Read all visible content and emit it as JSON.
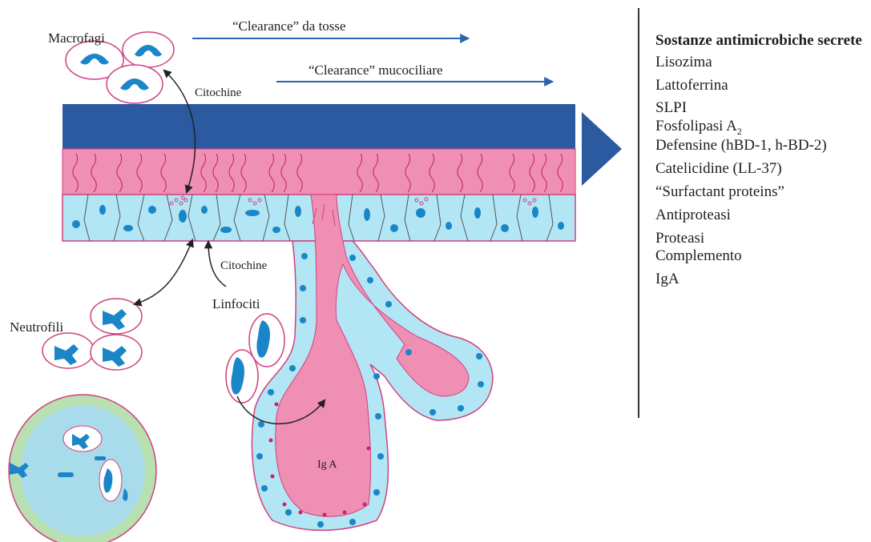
{
  "labels": {
    "macrofagi": "Macrofagi",
    "clearance_tosse": "“Clearance” da tosse",
    "clearance_mucociliare": "“Clearance” mucociliare",
    "citochine_top": "Citochine",
    "citochine_bottom": "Citochine",
    "neutrofili": "Neutrofili",
    "linfociti": "Linfociti",
    "iga": "Ig A"
  },
  "legend": {
    "title": "Sostanze antimicrobiche secrete",
    "items": [
      "Lisozima",
      "Lattoferrina",
      "SLPI",
      "Fosfolipasi A",
      "Defensine (hBD-1, h-BD-2)",
      "Catelicidine (LL-37)",
      "“Surfactant proteins”",
      "Antiproteasi",
      "Proteasi",
      "Complemento",
      "IgA"
    ],
    "subscript_item3": "2"
  },
  "colors": {
    "mucus": "#2b5aa0",
    "periciliary": "#f08fb4",
    "epithelium": "#b2e6f4",
    "nucleus": "#1a86c8",
    "arrow": "#2c63ad",
    "vesicle": "#b0c88a",
    "outline": "#d0407f"
  }
}
